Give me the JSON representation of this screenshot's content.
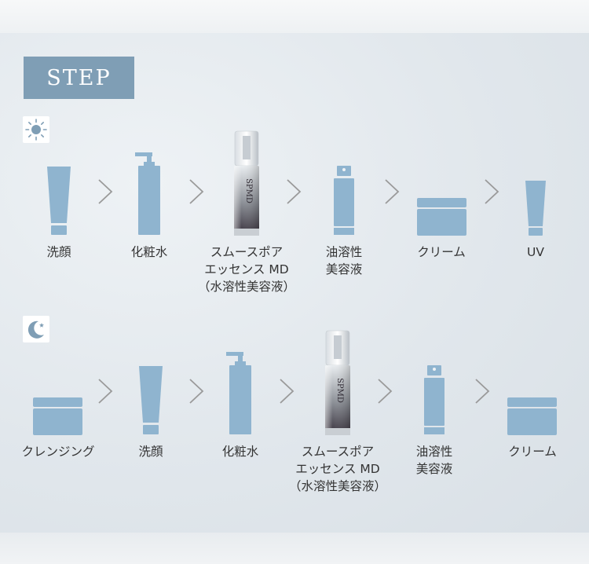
{
  "header": {
    "step_label": "STEP"
  },
  "morning": {
    "icon": "sun-icon",
    "steps": [
      {
        "line1": "洗顔"
      },
      {
        "line1": "化粧水"
      },
      {
        "line1": "スムースポア",
        "line2": "エッセンス MD",
        "line3": "（水溶性美容液）"
      },
      {
        "line1": "油溶性",
        "line2": "美容液"
      },
      {
        "line1": "クリーム"
      },
      {
        "line1": "UV"
      }
    ]
  },
  "night": {
    "icon": "moon-icon",
    "steps": [
      {
        "line1": "クレンジング"
      },
      {
        "line1": "洗顔"
      },
      {
        "line1": "化粧水"
      },
      {
        "line1": "スムースポア",
        "line2": "エッセンス MD",
        "line3": "（水溶性美容液）"
      },
      {
        "line1": "油溶性",
        "line2": "美容液"
      },
      {
        "line1": "クリーム"
      }
    ]
  },
  "bottle_brand": "SPMD",
  "colors": {
    "accent": "#7f9eb5",
    "product": "#8fb4cf",
    "arrow": "#9a9a9a"
  }
}
